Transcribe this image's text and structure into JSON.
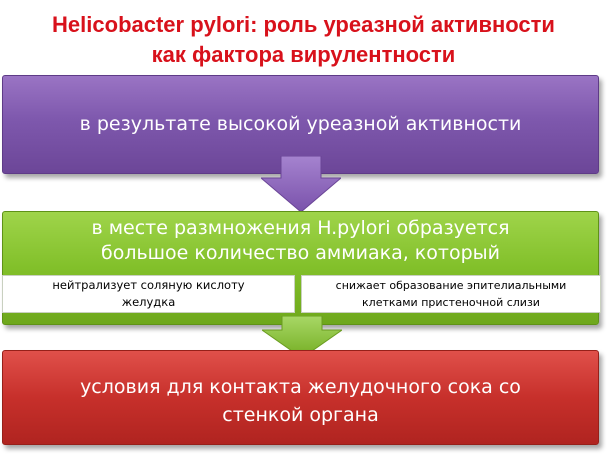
{
  "title": {
    "line1": "Helicobacter pylori: роль уреазной активности",
    "line2": "как фактора вирулентности"
  },
  "steps": [
    {
      "text": "в результате высокой уреазной активности",
      "color": "#7e58ad"
    },
    {
      "line1": "в месте размножения H.pylori образуется",
      "line2": "большое количество аммиака, который",
      "color": "#82c02a"
    },
    {
      "line1": "условия для контакта желудочного сока со",
      "line2": "стенкой органа",
      "color": "#c7302b"
    }
  ],
  "effects": [
    {
      "line1": "нейтрализует соляную кислоту",
      "line2": "желудка"
    },
    {
      "line1": "снижает образование эпителиальными",
      "line2": "клетками пристеночной слизи"
    }
  ],
  "colors": {
    "title": "#d8111b",
    "arrow_purple": "#8a63b8",
    "arrow_green": "#82bf2c"
  }
}
